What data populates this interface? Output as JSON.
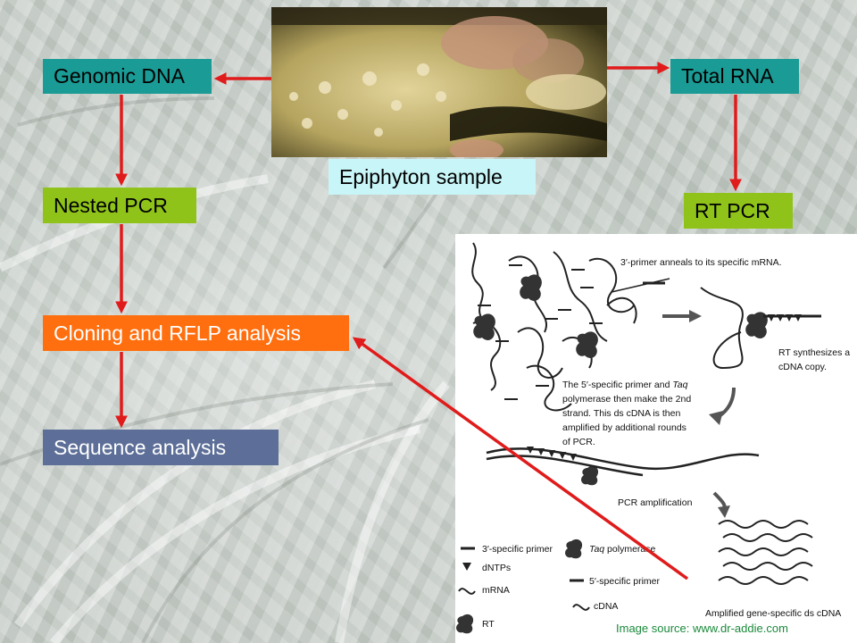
{
  "nodes": {
    "genomic_dna": "Genomic DNA",
    "total_rna": "Total RNA",
    "epiphyton_sample": "Epiphyton sample",
    "nested_pcr": "Nested PCR",
    "rt_pcr": "RT PCR",
    "cloning_rflp": "Cloning and RFLP analysis",
    "sequence_analysis": "Sequence analysis"
  },
  "figure": {
    "primer_anneals": "3′-primer anneals to its specific mRNA.",
    "rt_synth_1": "RT synthesizes a",
    "rt_synth_2": "cDNA copy.",
    "second_strand_1a": "The 5′-specific primer and ",
    "second_strand_1b": "Taq",
    "second_strand_2": "polymerase then make the 2nd",
    "second_strand_3": "strand. This ds cDNA is then",
    "second_strand_4": "amplified by additional rounds",
    "second_strand_5": "of PCR.",
    "pcr_amplification": "PCR amplification",
    "amplified": "Amplified gene-specific ds cDNA",
    "legend": {
      "primer3": "3′-specific primer",
      "taq_italic": "Taq",
      "taq_rest": " polymerase",
      "dntps": "dNTPs",
      "primer5": "5′-specific primer",
      "mrna": "mRNA",
      "cdna": "cDNA",
      "rt": "RT"
    }
  },
  "source_note": "Image source: www.dr-addie.com",
  "colors": {
    "teal": "#1b9b95",
    "green": "#8fc31a",
    "orange": "#ff6f0f",
    "slate": "#5d6f98",
    "light_cyan": "#c8f5f7",
    "arrow_red": "#e01b1b"
  }
}
